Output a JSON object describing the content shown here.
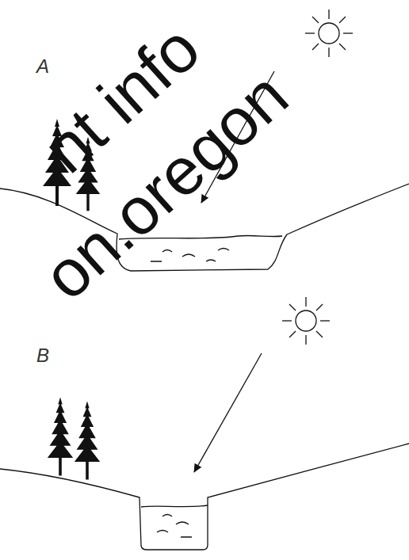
{
  "diagram": {
    "labels": [
      "A",
      "B",
      "nt info",
      "on.oregon"
    ]
  }
}
